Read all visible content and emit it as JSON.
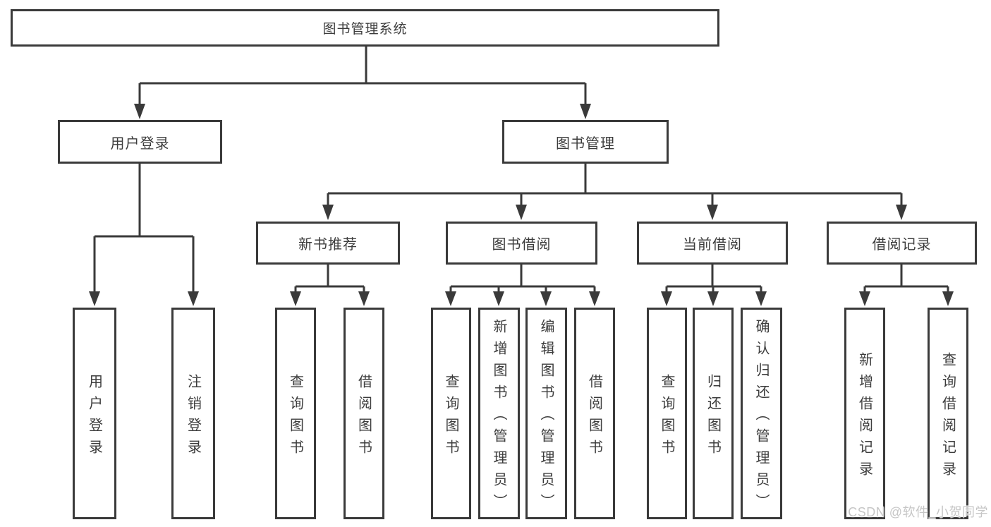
{
  "diagram": {
    "type": "tree",
    "root": {
      "label": "图书管理系统",
      "children": [
        {
          "label": "用户登录",
          "children": [
            {
              "label": "用户登录"
            },
            {
              "label": "注销登录"
            }
          ]
        },
        {
          "label": "图书管理",
          "children": [
            {
              "label": "新书推荐",
              "children": [
                {
                  "label": "查询图书"
                },
                {
                  "label": "借阅图书"
                }
              ]
            },
            {
              "label": "图书借阅",
              "children": [
                {
                  "label": "查询图书"
                },
                {
                  "label": "新增图书（管理员）"
                },
                {
                  "label": "编辑图书（管理员）"
                },
                {
                  "label": "借阅图书"
                }
              ]
            },
            {
              "label": "当前借阅",
              "children": [
                {
                  "label": "查询图书"
                },
                {
                  "label": "归还图书"
                },
                {
                  "label": "确认归还（管理员）"
                }
              ]
            },
            {
              "label": "借阅记录",
              "children": [
                {
                  "label": "新增借阅记录"
                },
                {
                  "label": "查询借阅记录"
                }
              ]
            }
          ]
        }
      ]
    }
  },
  "watermark": {
    "text": "CSDN @软件_小贺同学"
  },
  "colors": {
    "line": "#3a3a3a",
    "box_border": "#3a3a3a",
    "text": "#3c3c3c",
    "background": "#ffffff",
    "watermark": "#c6c6c6"
  }
}
